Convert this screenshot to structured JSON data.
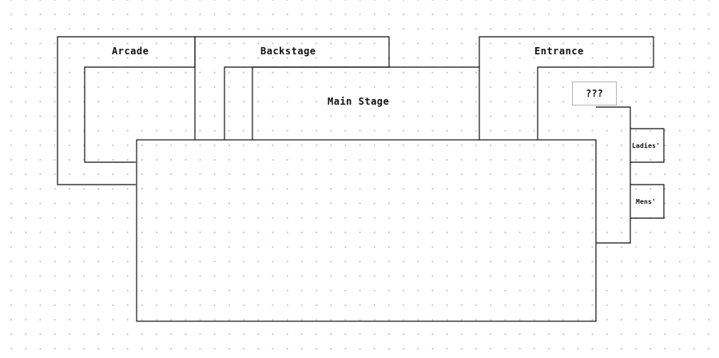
{
  "map": {
    "rooms": {
      "arcade": {
        "label": "Arcade"
      },
      "backstage": {
        "label": "Backstage"
      },
      "entrance": {
        "label": "Entrance"
      },
      "main_stage": {
        "label": "Main Stage"
      },
      "dining_area": {
        "label": ""
      },
      "east_hall": {
        "label": ""
      },
      "ladies_restroom": {
        "label": "Ladies'"
      },
      "mens_restroom": {
        "label": "Mens'"
      }
    },
    "hidden_room": {
      "label": "???"
    },
    "colors": {
      "background": "#ffffff",
      "wall": "#111111",
      "grid_dot": "#c9c9c9",
      "hidden_border": "#b5b5b5"
    }
  }
}
